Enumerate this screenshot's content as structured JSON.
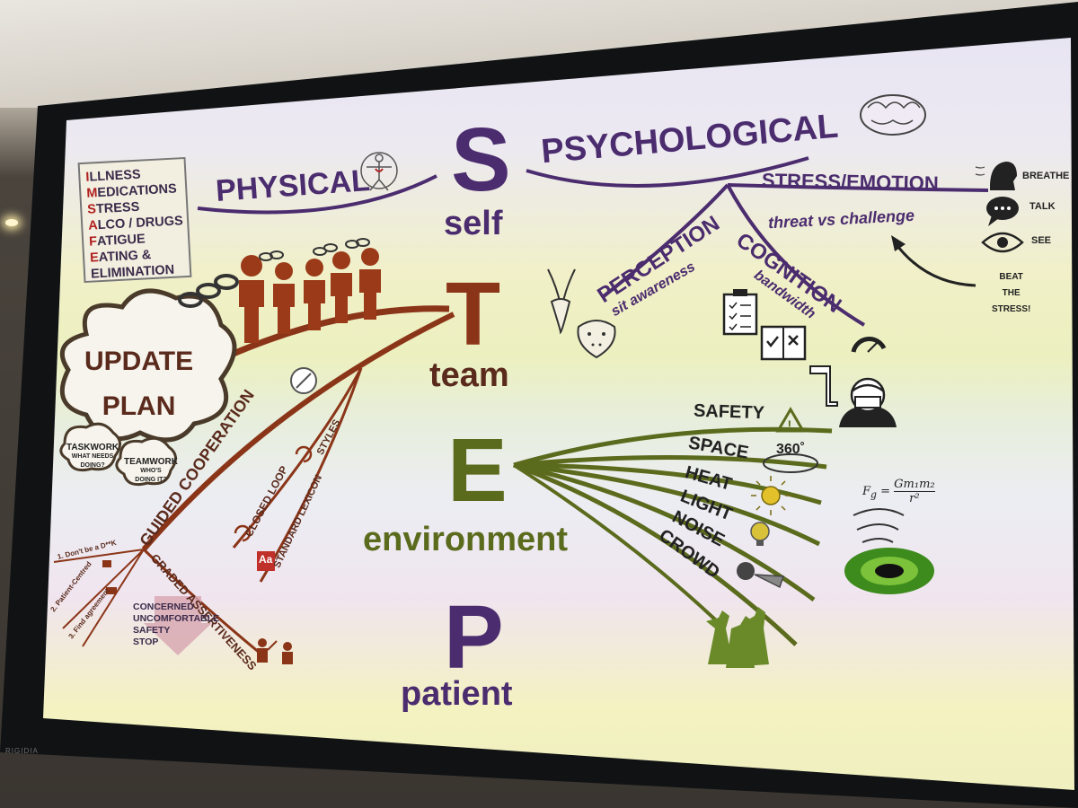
{
  "brand": "RIGIDIA",
  "acronym": {
    "s_letter": "S",
    "s_word": "self",
    "t_letter": "T",
    "t_word": "team",
    "e_letter": "E",
    "e_word": "environment",
    "p_letter": "P",
    "p_word": "patient"
  },
  "self": {
    "physical": "PHYSICAL",
    "psychological": "PSYCHOLOGICAL",
    "stress_emotion": "STRESS/EMOTION",
    "threat": "threat vs challenge",
    "perception": "PERCEPTION",
    "sit_awareness": "sit awareness",
    "cognition": "COGNITION",
    "bandwidth": "bandwidth",
    "breathe": "BREATHE",
    "talk": "TALK",
    "see": "SEE",
    "beat_line1": "BEAT",
    "beat_line2": "THE",
    "beat_line3": "STRESS!"
  },
  "mnemonic": [
    {
      "first": "I",
      "rest": "LLNESS"
    },
    {
      "first": "M",
      "rest": "EDICATIONS"
    },
    {
      "first": "S",
      "rest": "TRESS"
    },
    {
      "first": "A",
      "rest": "LCO / DRUGS"
    },
    {
      "first": "F",
      "rest": "ATIGUE"
    },
    {
      "first": "E",
      "rest": "ATING &"
    },
    {
      "first": "",
      "rest": "ELIMINATION"
    }
  ],
  "team": {
    "update_line1": "UPDATE",
    "update_line2": "PLAN",
    "taskwork": "TASKWORK",
    "taskwork_sub1": "WHAT NEEDS",
    "taskwork_sub2": "DOING?",
    "teamwork": "TEAMWORK",
    "teamwork_sub1": "WHO'S",
    "teamwork_sub2": "DOING IT?",
    "guided": "GUIDED COOPERATION",
    "closed_loop": "CLOSED LOOP",
    "styles": "STYLES",
    "lexicon": "STANDARD LEXICON",
    "graded": "GRADED ASSERTIVENESS",
    "dont": "1. Don't be a D**K",
    "patient_centred": "2. Patient-Centred",
    "find_agreement": "3. Find agreement",
    "cuss": [
      "CONCERNED",
      "UNCOMFORTABLE",
      "SAFETY",
      "STOP"
    ],
    "aa": "Aa"
  },
  "environment": {
    "safety": "SAFETY",
    "space": "SPACE",
    "deg360": "360˚",
    "heat": "HEAT",
    "light": "LIGHT",
    "noise": "NOISE",
    "crowd": "CROWD",
    "formula_lhs": "F",
    "formula_sub": "g",
    "formula_num": "Gm₁m₂",
    "formula_den": "r²"
  },
  "colors": {
    "self": "#4b2c6e",
    "team": "#8b3518",
    "environment": "#5b6b1d",
    "patient": "#4b2c6e"
  }
}
